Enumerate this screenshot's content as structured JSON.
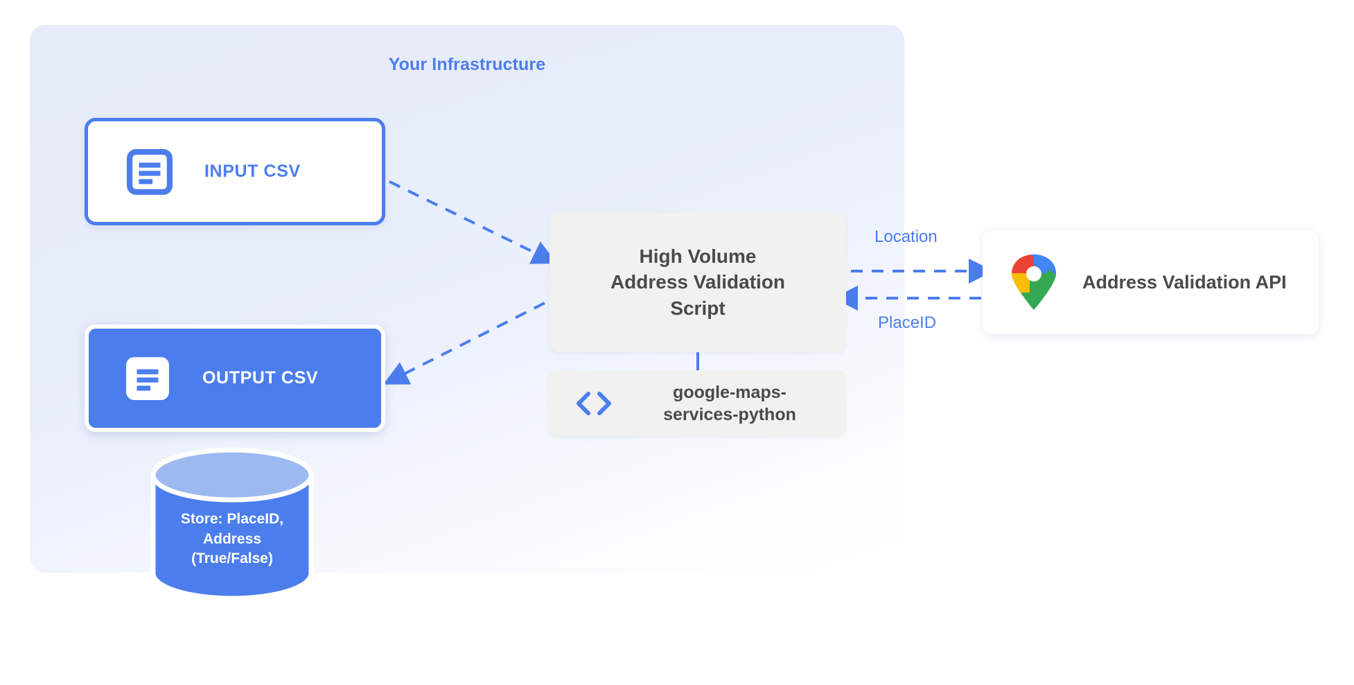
{
  "panel": {
    "title": "Your Infrastructure"
  },
  "nodes": {
    "input_csv": {
      "label": "INPUT CSV",
      "icon": "document-icon"
    },
    "output_csv": {
      "label": "OUTPUT CSV",
      "icon": "document-icon"
    },
    "script": {
      "line1": "High Volume",
      "line2": "Address Validation",
      "line3": "Script"
    },
    "library": {
      "label": "google-maps-\nservices-python",
      "icon": "code-brackets-icon"
    },
    "api": {
      "label": "Address Validation API",
      "icon": "google-maps-pin-icon"
    },
    "database": {
      "label": "Store: PlaceID,\nAddress\n(True/False)",
      "icon": "cylinder-icon"
    }
  },
  "edges": {
    "location_label": "Location",
    "placeid_label": "PlaceID"
  },
  "colors": {
    "accent_blue": "#4b7ded",
    "panel_bg": "#e8edfa",
    "box_gray": "#f1f1f0",
    "text_dark": "#4a4a4a",
    "white": "#ffffff",
    "cylinder_top": "#9cb9f0",
    "maps_red": "#ea4335",
    "maps_yellow": "#fbbc04",
    "maps_green": "#34a853",
    "maps_blue": "#4285f4"
  }
}
